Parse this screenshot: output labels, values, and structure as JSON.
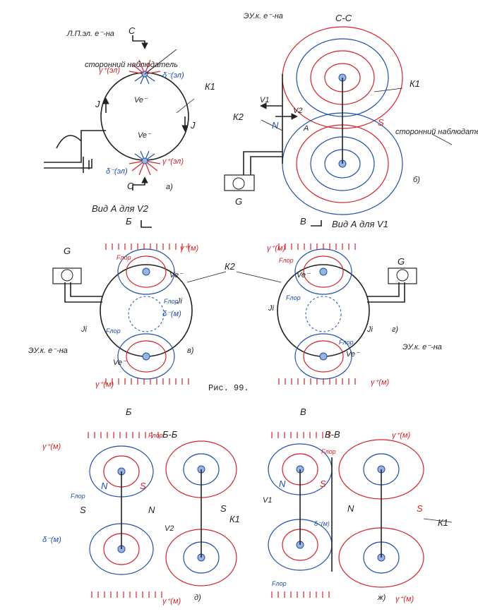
{
  "figure": {
    "caption": "Рис. 99.",
    "panels": {
      "a": {
        "label": "а)",
        "observer": "сторонний наблюдатель",
        "field_lines_label": "Л.П.эл. е⁻-на",
        "ring": "К1",
        "section": "С",
        "current": "J",
        "velocity": "Ve⁻",
        "gamma_plus": "γ⁺(эл)",
        "gamma_minus": "δ⁻(эл)"
      },
      "b": {
        "label": "б)",
        "title": "С-С",
        "eu_label": "ЭУ.к. е⁻-на",
        "ring1": "К1",
        "ring2": "К2",
        "pole_n": "N",
        "pole_s": "S",
        "v1": "V1",
        "v2": "V2",
        "view": "А",
        "meter": "G",
        "observer": "сторонний наблюдатель"
      },
      "v": {
        "label": "в)",
        "title": "Вид А для V2",
        "section": "Б",
        "meter": "G",
        "force": "Fлор",
        "current": "Ji",
        "eu_label": "ЭУ.к. е⁻-на",
        "gamma_plus": "γ⁺(м)",
        "gamma_minus": "δ⁻(м)",
        "velocity": "Ve⁻"
      },
      "g": {
        "label": "г)",
        "title": "Вид А для V1",
        "section": "В",
        "meter": "G",
        "force": "Fлор",
        "current": "Ji",
        "eu_label": "ЭУ.к. е⁻-на",
        "gamma_plus": "γ⁺(м)",
        "velocity": "Ve⁻"
      },
      "k2": "К2",
      "d": {
        "label": "д)",
        "title": "Б-Б",
        "ring": "К1",
        "pole_n": "N",
        "pole_s": "S",
        "force": "Fлор",
        "v2": "V2",
        "gamma_plus": "γ⁺(м)",
        "gamma_minus": "δ⁻(м)"
      },
      "zh": {
        "label": "ж)",
        "title": "В-В",
        "ring": "К1",
        "pole_n": "N",
        "pole_s": "S",
        "force": "Fлор",
        "v1": "V1",
        "gamma_plus": "γ⁺(м)",
        "gamma_minus": "δ⁻(м)"
      }
    },
    "colors": {
      "red": "#d2232a",
      "blue": "#1f4fa8",
      "ink": "#222222"
    }
  }
}
